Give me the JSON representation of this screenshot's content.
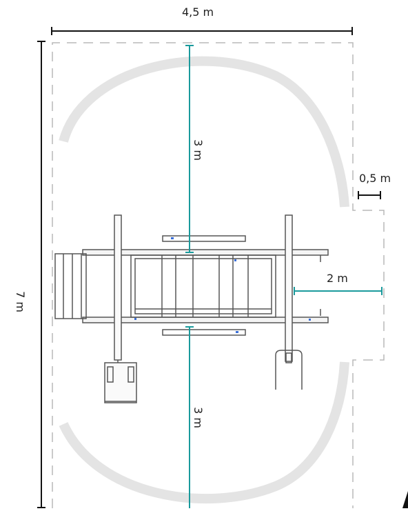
{
  "dimensions": {
    "total_width": "4,5 m",
    "total_length": "7 m",
    "clearance_upper": "3 m",
    "clearance_lower": "3 m",
    "clearance_side": "2 m",
    "safety_margin": "0,5 m"
  },
  "colors": {
    "dimension_line": "#111111",
    "accent_teal": "#1a9a9c",
    "arc": "#e4e4e4",
    "dashed_boundary": "#b8b8b8",
    "equipment": "#555555",
    "equipment_highlight": "#3a6fd8"
  }
}
